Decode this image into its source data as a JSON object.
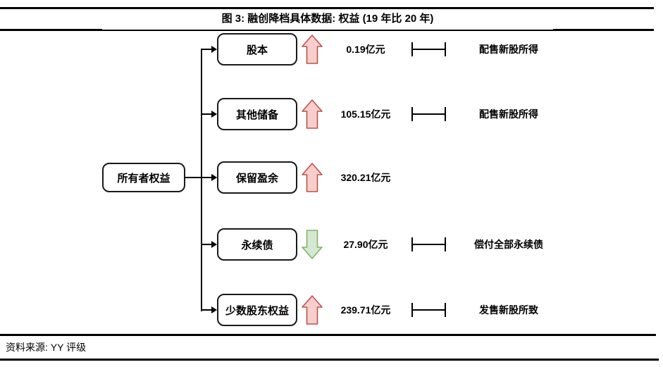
{
  "title": "图 3: 融创降档具体数据: 权益 (19 年比 20 年)",
  "source": "资料来源: YY 评级",
  "tree": {
    "root_label": "所有者权益",
    "rows": [
      {
        "label": "股本",
        "direction": "up",
        "value": "0.19亿元",
        "note": "配售新股所得"
      },
      {
        "label": "其他储备",
        "direction": "up",
        "value": "105.15亿元",
        "note": "配售新股所得"
      },
      {
        "label": "保留盈余",
        "direction": "up",
        "value": "320.21亿元",
        "note": ""
      },
      {
        "label": "永续债",
        "direction": "down",
        "value": "27.90亿元",
        "note": "偿付全部永续债"
      },
      {
        "label": "少数股东权益",
        "direction": "up",
        "value": "239.71亿元",
        "note": "发售新股所致"
      }
    ]
  },
  "colors": {
    "up_fill": "#f8cecc",
    "up_stroke": "#b85450",
    "down_fill": "#d5e8d4",
    "down_stroke": "#82b366",
    "line": "#000000"
  }
}
